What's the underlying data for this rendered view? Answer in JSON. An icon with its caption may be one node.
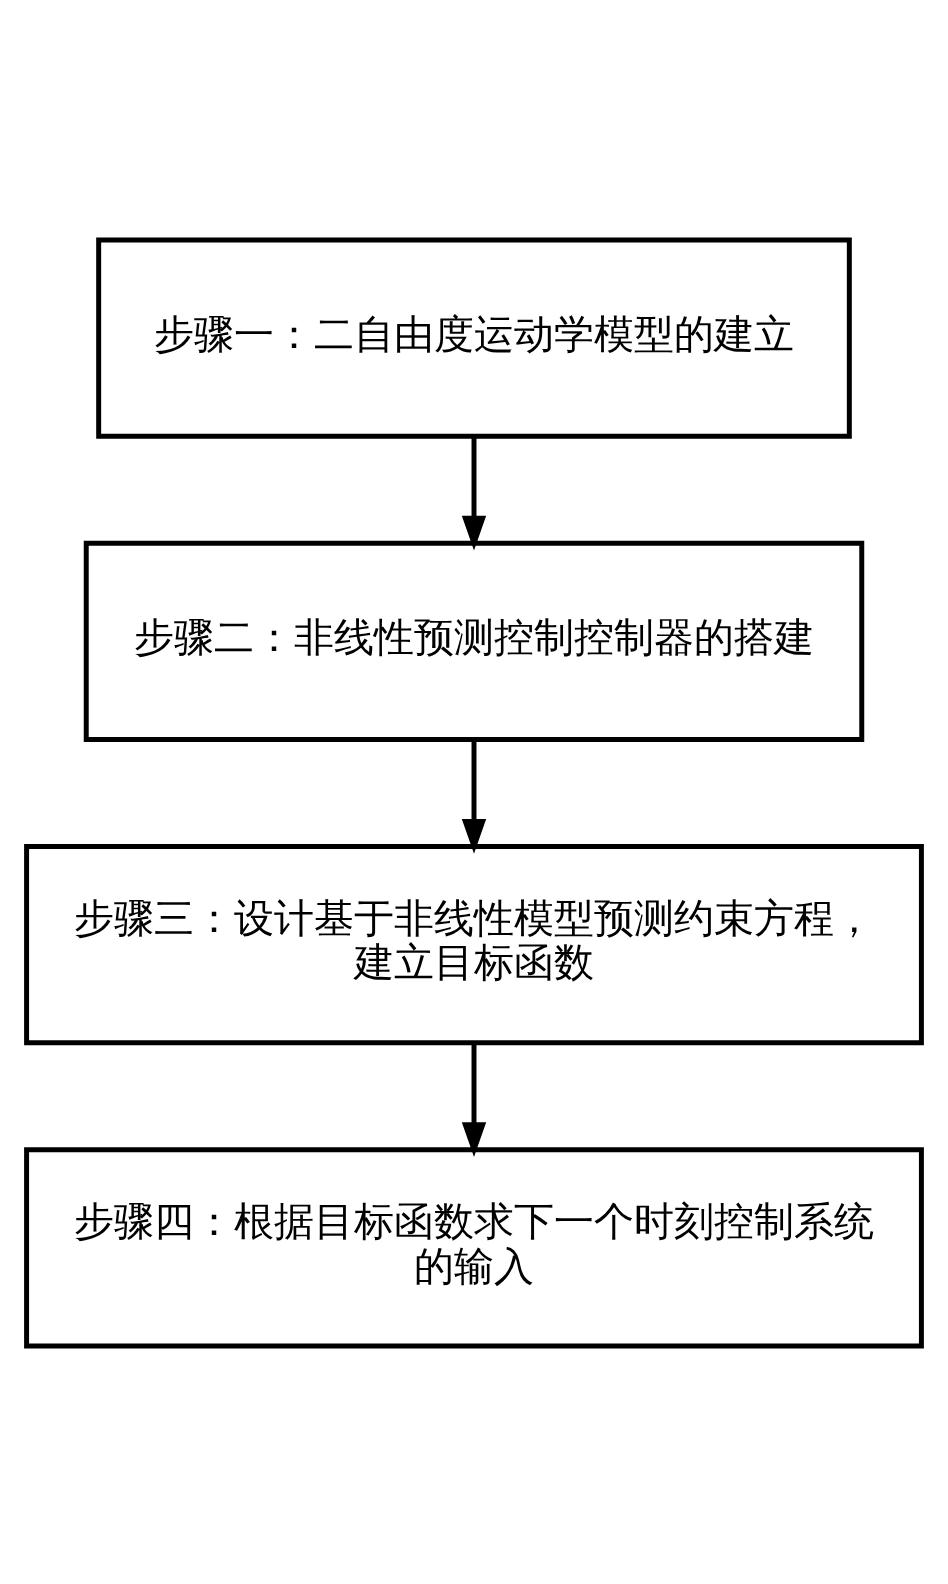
{
  "diagram": {
    "nodes": [
      {
        "text": [
          "步骤一：二自由度运动学模型的建立"
        ]
      },
      {
        "text": [
          "步骤二：非线性预测控制控制器的搭建"
        ]
      },
      {
        "text": [
          "步骤三：设计基于非线性模型预测约束方程，建立目标函数"
        ]
      },
      {
        "text": [
          "步骤四：根据目标函数求下一个时刻控制系统的输入"
        ]
      }
    ],
    "edges": [
      {
        "from": 0,
        "to": 1,
        "arrow": "to"
      },
      {
        "from": 1,
        "to": 2,
        "arrow": "to"
      },
      {
        "from": 2,
        "to": 3,
        "arrow": "to"
      }
    ]
  }
}
